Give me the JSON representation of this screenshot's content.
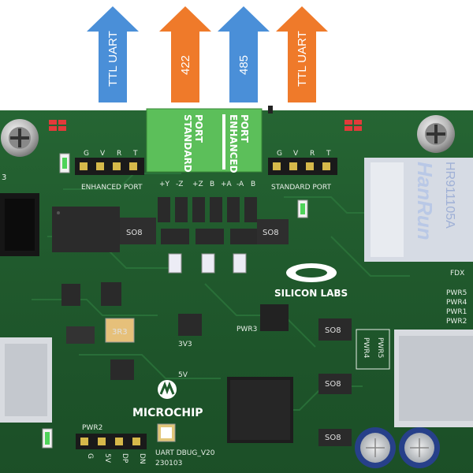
{
  "arrows": [
    {
      "label": "TTL UART",
      "color": "#4a8fd8"
    },
    {
      "label": "422",
      "color": "#ef7a2a"
    },
    {
      "label": "485",
      "color": "#4a8fd8"
    },
    {
      "label": "TTL UART",
      "color": "#ef7a2a"
    }
  ],
  "ports": {
    "standard_label_1": "STANDARD",
    "standard_label_2": "PORT",
    "enhanced_label_1": "ENHANCED",
    "enhanced_label_2": "PORT"
  },
  "silkscreen": {
    "left_header_label": "ENHANCED PORT",
    "right_header_label": "STANDARD PORT",
    "left_pins": [
      "G",
      "V",
      "R",
      "T"
    ],
    "right_pins": [
      "G",
      "V",
      "R",
      "T"
    ],
    "center_pins": [
      "+Y",
      "-Z",
      "+Z",
      "B",
      "+A",
      "-A",
      "B"
    ],
    "left_edge_num": "3",
    "so8_a": "SO8",
    "so8_b": "SO8",
    "so8_c": "SO8",
    "so8_d": "SO8",
    "so8_e": "SO8",
    "reg_label": "3R3",
    "v33": "3V3",
    "v5": "5V",
    "pwr2": "PWR2",
    "pwr3": "PWR3",
    "pwr4": "PWR4",
    "pwr5": "PWR5",
    "fdx": "FDX",
    "pwr5r": "PWR5",
    "pwr4r": "PWR4",
    "pwr1r": "PWR1",
    "pwr2r": "PWR2",
    "bottom_pins": [
      "G",
      "5V",
      "DP",
      "DN"
    ],
    "board_name": "UART DBUG_V20",
    "board_date": "230103",
    "silicon_labs": "SILICON LABS",
    "microchip": "MICROCHIP",
    "hanrun": "HanRun",
    "hr_part": "HR911105A"
  },
  "colors": {
    "board": "#1f5a2c",
    "port_green": "#5cbf5a"
  }
}
